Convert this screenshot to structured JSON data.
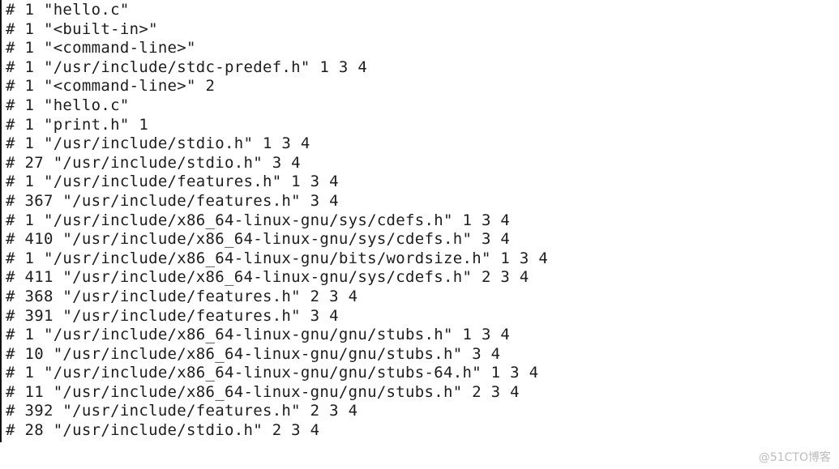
{
  "terminal": {
    "lines": [
      "# 1 \"hello.c\"",
      "# 1 \"<built-in>\"",
      "# 1 \"<command-line>\"",
      "# 1 \"/usr/include/stdc-predef.h\" 1 3 4",
      "# 1 \"<command-line>\" 2",
      "# 1 \"hello.c\"",
      "# 1 \"print.h\" 1",
      "# 1 \"/usr/include/stdio.h\" 1 3 4",
      "# 27 \"/usr/include/stdio.h\" 3 4",
      "# 1 \"/usr/include/features.h\" 1 3 4",
      "# 367 \"/usr/include/features.h\" 3 4",
      "# 1 \"/usr/include/x86_64-linux-gnu/sys/cdefs.h\" 1 3 4",
      "# 410 \"/usr/include/x86_64-linux-gnu/sys/cdefs.h\" 3 4",
      "# 1 \"/usr/include/x86_64-linux-gnu/bits/wordsize.h\" 1 3 4",
      "# 411 \"/usr/include/x86_64-linux-gnu/sys/cdefs.h\" 2 3 4",
      "# 368 \"/usr/include/features.h\" 2 3 4",
      "# 391 \"/usr/include/features.h\" 3 4",
      "# 1 \"/usr/include/x86_64-linux-gnu/gnu/stubs.h\" 1 3 4",
      "# 10 \"/usr/include/x86_64-linux-gnu/gnu/stubs.h\" 3 4",
      "# 1 \"/usr/include/x86_64-linux-gnu/gnu/stubs-64.h\" 1 3 4",
      "# 11 \"/usr/include/x86_64-linux-gnu/gnu/stubs.h\" 2 3 4",
      "# 392 \"/usr/include/features.h\" 2 3 4",
      "# 28 \"/usr/include/stdio.h\" 2 3 4"
    ]
  },
  "watermark": {
    "text": "@51CTO博客"
  }
}
